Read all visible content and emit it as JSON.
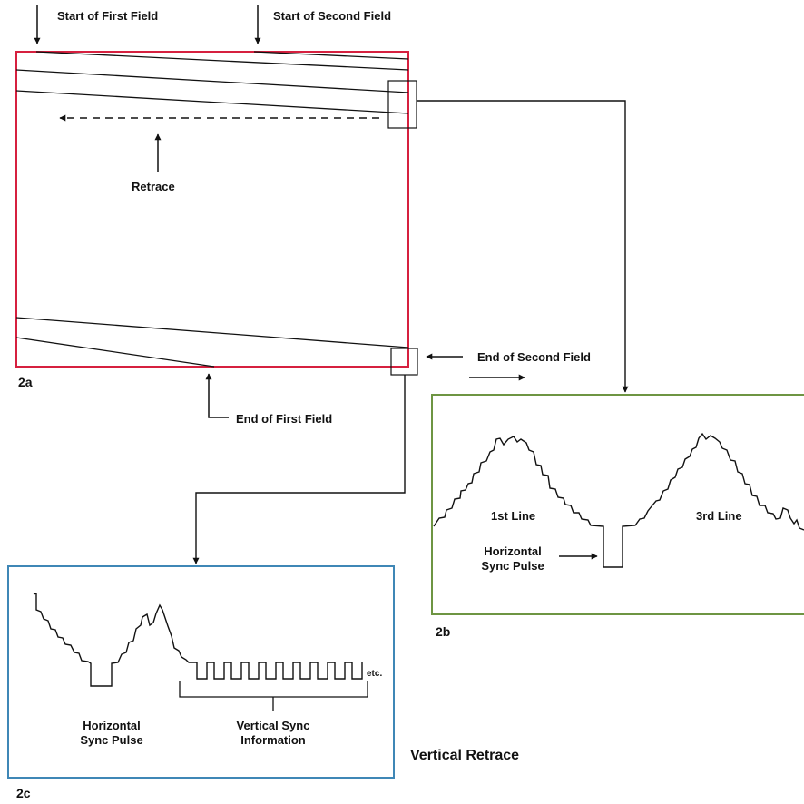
{
  "colors": {
    "box_2a": "#d6203f",
    "box_2b": "#6e9543",
    "box_2c": "#3f87b6",
    "ink": "#111111"
  },
  "labels": {
    "start_first_field": "Start of First Field",
    "start_second_field": "Start of Second Field",
    "retrace": "Retrace",
    "end_first_field": "End of First Field",
    "end_second_field": "End of Second Field",
    "first_line": "1st Line",
    "third_line": "3rd Line",
    "hsync_2b": "Horizontal\nSync Pulse",
    "hsync_2c": "Horizontal\nSync Pulse",
    "vsync_info": "Vertical Sync\nInformation",
    "etc": "etc.",
    "caption": "Vertical Retrace"
  },
  "figures": {
    "fig_2a": "2a",
    "fig_2b": "2b",
    "fig_2c": "2c"
  }
}
